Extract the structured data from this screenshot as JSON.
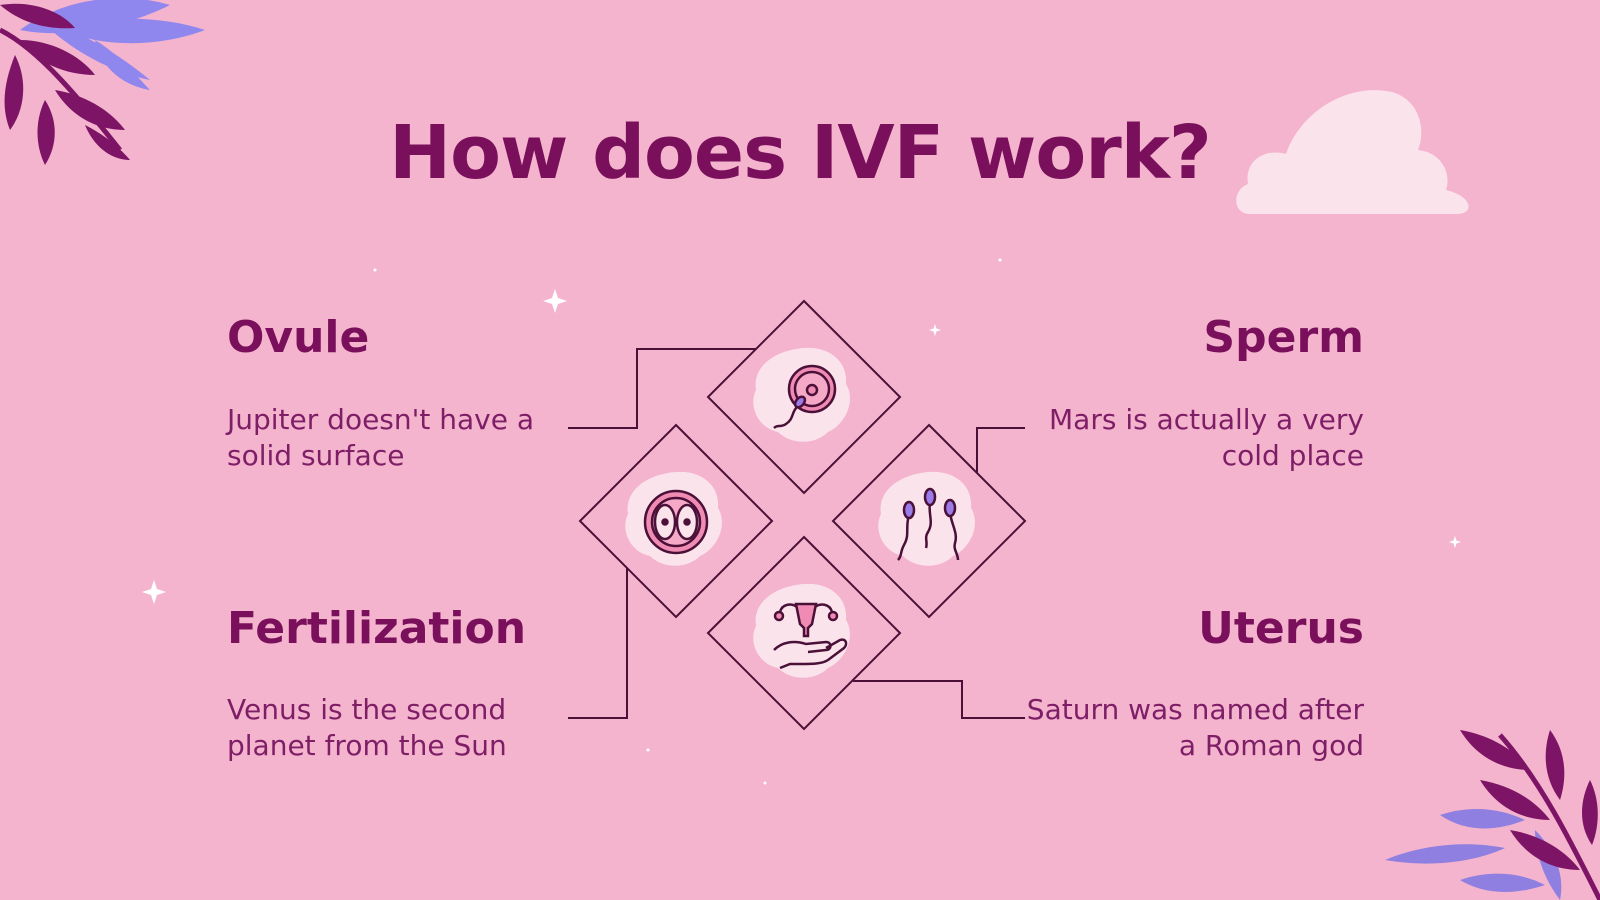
{
  "title": "How does IVF work?",
  "colors": {
    "background": "#f4b4cd",
    "heading": "#7a0f5c",
    "text": "#7e1e67",
    "line": "#4a1038",
    "blob": "#fbe3ec",
    "icon_fill": "#f08cb3",
    "accent_purple": "#9b7be8",
    "leaf_dark": "#7d1465",
    "leaf_light": "#8f86ee"
  },
  "items": [
    {
      "id": "ovule",
      "title": "Ovule",
      "description": "Jupiter doesn't have a solid surface",
      "icon": "egg-cell-icon"
    },
    {
      "id": "sperm",
      "title": "Sperm",
      "description": "Mars is actually a very cold place",
      "icon": "sperm-icon"
    },
    {
      "id": "fertilization",
      "title": "Fertilization",
      "description": "Venus is the second planet from the Sun",
      "icon": "embryo-icon"
    },
    {
      "id": "uterus",
      "title": "Uterus",
      "description": "Saturn was named after a Roman god",
      "icon": "uterus-in-hand-icon"
    }
  ]
}
